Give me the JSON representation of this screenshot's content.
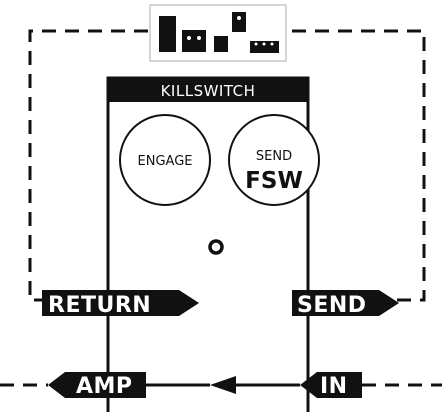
{
  "pedal": {
    "title": "KILLSWITCH",
    "engage_label": "ENGAGE",
    "send_small_label": "SEND",
    "send_big_label": "FSW"
  },
  "ports": {
    "return_label": "RETURN",
    "send_label": "SEND",
    "amp_label": "AMP",
    "in_label": "IN"
  },
  "icons": {
    "pedalboard": "pedalboard-icon",
    "led": "led-icon"
  },
  "colors": {
    "ink": "#111111",
    "paper": "#ffffff",
    "thumb_border": "#c9c9c9"
  }
}
